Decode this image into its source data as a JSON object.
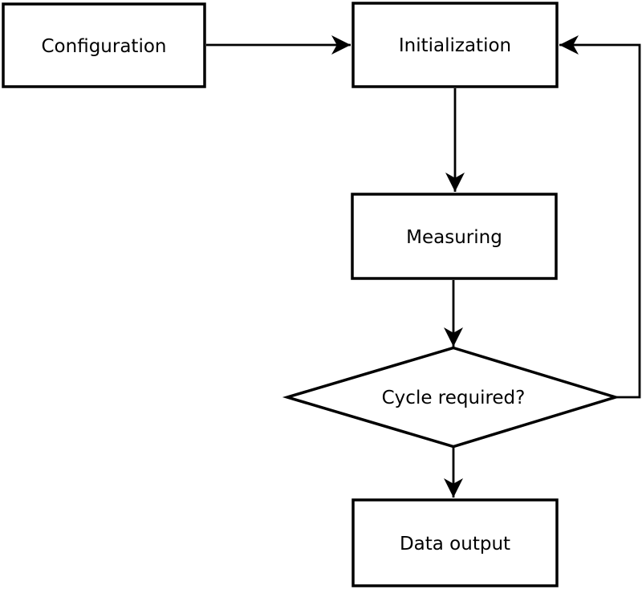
{
  "diagram": {
    "type": "flowchart",
    "background_color": "#ffffff",
    "line_color": "#000000",
    "node_fill_color": "#ffffff",
    "text_color": "#000000",
    "nodes": [
      {
        "id": "configuration",
        "shape": "rectangle",
        "label": "Configuration"
      },
      {
        "id": "initialization",
        "shape": "rectangle",
        "label": "Initialization"
      },
      {
        "id": "measuring",
        "shape": "rectangle",
        "label": "Measuring"
      },
      {
        "id": "cycle-required",
        "shape": "diamond",
        "label": "Cycle required?"
      },
      {
        "id": "data-output",
        "shape": "rectangle",
        "label": "Data output"
      }
    ],
    "edges": [
      {
        "from": "configuration",
        "to": "initialization",
        "direction": "right"
      },
      {
        "from": "initialization",
        "to": "measuring",
        "direction": "down"
      },
      {
        "from": "measuring",
        "to": "cycle-required",
        "direction": "down"
      },
      {
        "from": "cycle-required",
        "to": "data-output",
        "direction": "down"
      },
      {
        "from": "cycle-required",
        "to": "initialization",
        "direction": "loop-right-up"
      }
    ]
  }
}
